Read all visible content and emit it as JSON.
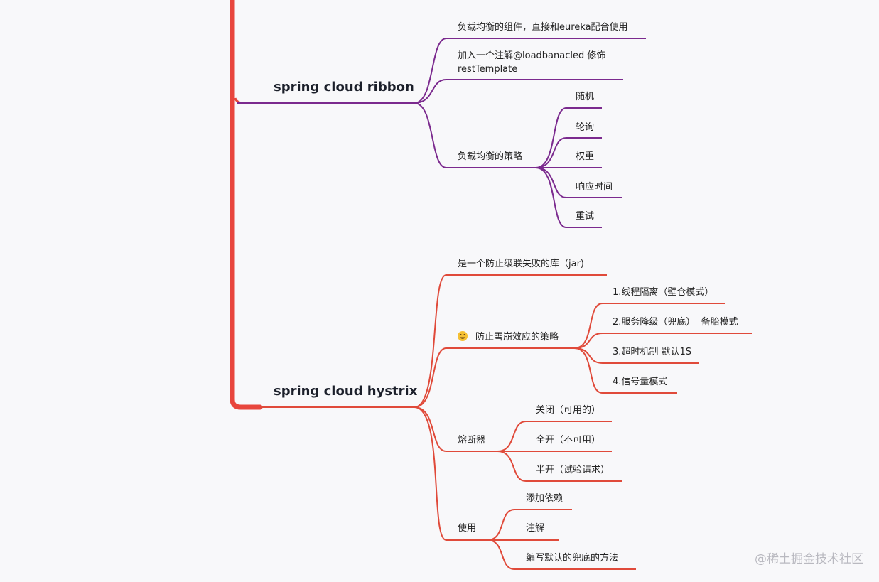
{
  "colors": {
    "trunk": "#e8463d",
    "ribbon": "#7b2a8e",
    "hystrix": "#e04a3a",
    "background": "#f8f8fa"
  },
  "topics": [
    {
      "id": "ribbon",
      "title": "spring cloud ribbon",
      "items": [
        {
          "label": "负载均衡的组件，直接和eureka配合使用"
        },
        {
          "label_lines": [
            "加入一个注解@loadbanacled 修饰",
            "restTemplate"
          ]
        },
        {
          "label": "负载均衡的策略",
          "children": [
            "随机",
            "轮询",
            "权重",
            "响应时间",
            "重试"
          ]
        }
      ]
    },
    {
      "id": "hystrix",
      "title": "spring cloud hystrix",
      "items": [
        {
          "label": "是一个防止级联失败的库（jar)"
        },
        {
          "label": "防止雪崩效应的策略",
          "icon": "grinning-face-icon",
          "children": [
            "1.线程隔离（壁仓模式）",
            "2.服务降级（兜底）  备胎模式",
            "3.超时机制 默认1S",
            "4.信号量模式"
          ]
        },
        {
          "label": "熔断器",
          "children": [
            "关闭（可用的）",
            "全开（不可用）",
            "半开（试验请求）"
          ]
        },
        {
          "label": "使用",
          "children": [
            "添加依赖",
            "注解",
            "编写默认的兜底的方法"
          ]
        }
      ]
    }
  ],
  "watermark": "@稀土掘金技术社区"
}
